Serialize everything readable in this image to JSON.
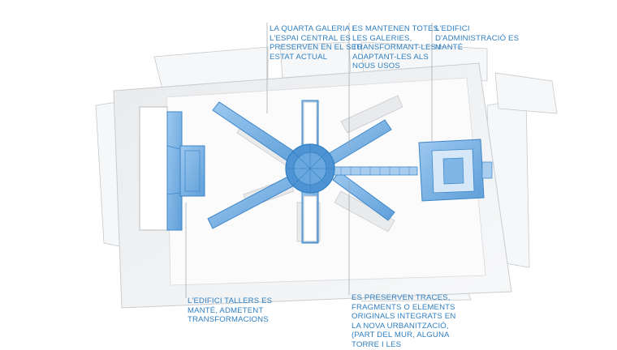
{
  "annotations": {
    "quarta_galeria": "LA QUARTA GALERIA I\nL'ESPAI CENTRAL ES\nPRESERVEN EN EL SEU\nESTAT ACTUAL",
    "galeries": "ES MANTENEN TOTES\nLES GALERIES,\nTRANSFORMANT-LES I\nADAPTANT-LES ALS\nNOUS USOS",
    "administracio": "L'EDIFICI\nD'ADMINISTRACIÓ ES\nMANTÉ",
    "tallers": "L'EDIFICI TALLERS ES\nMANTÉ, ADMETENT\nTRANSFORMACIONS",
    "traces": "ES PRESERVEN TRACES,\nFRAGMENTS O ELEMENTS\nORIGINALS INTEGRATS EN\nLA NOVA URBANITZACIÓ,\n(PART DEL MUR, ALGUNA\nTORRE I LES"
  },
  "colors": {
    "accent": "#2f7fc1",
    "blue_fill": "#7fb6e6",
    "blue_dark": "#3d86c9",
    "grey_line": "#b8bcc0",
    "grey_fill": "#f3f4f5"
  }
}
